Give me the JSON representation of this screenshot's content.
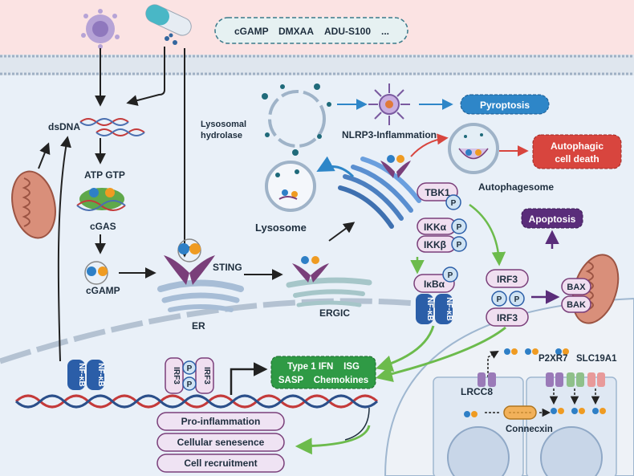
{
  "drugs_box": {
    "items": [
      "cGAMP",
      "DMXAA",
      "ADU-S100",
      "..."
    ]
  },
  "labels": {
    "dsdna": "dsDNA",
    "atp_gtp": "ATP GTP",
    "cgas": "cGAS",
    "cgamp": "cGAMP",
    "er": "ER",
    "sting": "STING",
    "ergic": "ERGIC",
    "lysosomal_hydrolase_1": "Lysosomal",
    "lysosomal_hydrolase_2": "hydrolase",
    "lysosome": "Lysosome",
    "nlrp3": "NLRP3-Inflammation",
    "autophagesome": "Autophagesome",
    "tbk1": "TBK1",
    "p": "P",
    "ikka": "IKKα",
    "ikkb": "IKKβ",
    "ikba": "IκBα",
    "nfkb": "NF-κB",
    "irf3": "IRF3",
    "bax": "BAX",
    "bak": "BAK",
    "lrcc8": "LRCC8",
    "p2xr7": "P2XR7",
    "slc19a1": "SLC19A1",
    "connecxin": "Connecxin"
  },
  "outcomes": {
    "pyroptosis": "Pyroptosis",
    "autophagic_1": "Autophagic",
    "autophagic_2": "cell death",
    "apoptosis": "Apoptosis"
  },
  "genes_box": {
    "line1": "Type 1 IFN    ISG",
    "line2": "SASP    Chemokines"
  },
  "effects": [
    "Pro-inflammation",
    "Cellular senesence",
    "Cell recruitment"
  ],
  "colors": {
    "cell_bg": "#e9f0f8",
    "outside_bg": "#fbe3e3",
    "membrane": "#b4c2d2",
    "sting_purple": "#7a3f7a",
    "nfkb_blue": "#2b5ea8",
    "irf3_pink": "#f0dff0",
    "outcome_blue": "#2e86c8",
    "outcome_red": "#d8453e",
    "outcome_purple": "#5a2d7a",
    "genes_green": "#2f9a45"
  }
}
